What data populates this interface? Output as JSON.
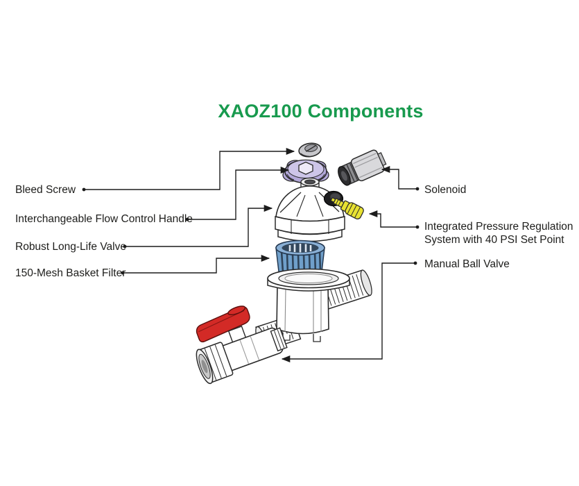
{
  "title": {
    "text": "XAOZ100 Components",
    "style": "color:#189a4e",
    "color": "#189a4e"
  },
  "colors": {
    "title_green": "#189a4e",
    "text_dark": "#1d1d1b",
    "line_black": "#1c1c1c",
    "handle_purple": "#b2a7d8",
    "handle_purple_light": "#cdc5e8",
    "filter_blue": "#6f9fca",
    "filter_blue_light": "#8ab0d6",
    "valve_red": "#d32a26",
    "regulator_yellow": "#e8e232",
    "solenoid_gray": "#d9d9dc",
    "bleed_gray": "#c7c7cb"
  },
  "callouts": {
    "left": [
      {
        "id": "bleed-screw",
        "label": "Bleed Screw"
      },
      {
        "id": "flow-control-handle",
        "label": "Interchangeable Flow Control Handle"
      },
      {
        "id": "valve",
        "label": "Robust Long-Life Valve"
      },
      {
        "id": "basket-filter",
        "label": "150-Mesh Basket Filter"
      }
    ],
    "right": [
      {
        "id": "solenoid",
        "label": "Solenoid"
      },
      {
        "id": "pressure-regulation",
        "label": "Integrated Pressure Regulation System with 40 PSI Set Point"
      },
      {
        "id": "manual-ball-valve",
        "label": "Manual Ball Valve"
      }
    ]
  }
}
